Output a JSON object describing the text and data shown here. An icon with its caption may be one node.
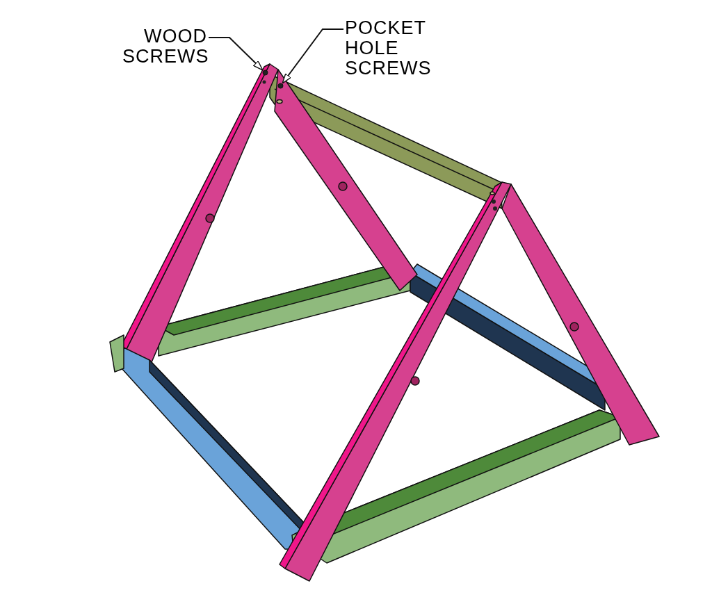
{
  "diagram": {
    "nodes": [
      {
        "text": [
          "WOOD SCREWS"
        ]
      },
      {
        "text": [
          "POCKET HOLE SCREWS"
        ]
      },
      {
        "text": [],
        "shape": "circle"
      },
      {
        "text": [],
        "shape": "circle"
      }
    ],
    "edges": [
      {
        "from": 0,
        "to": 2,
        "arrow": "to"
      },
      {
        "from": 1,
        "to": 3,
        "arrow": "to"
      }
    ]
  }
}
